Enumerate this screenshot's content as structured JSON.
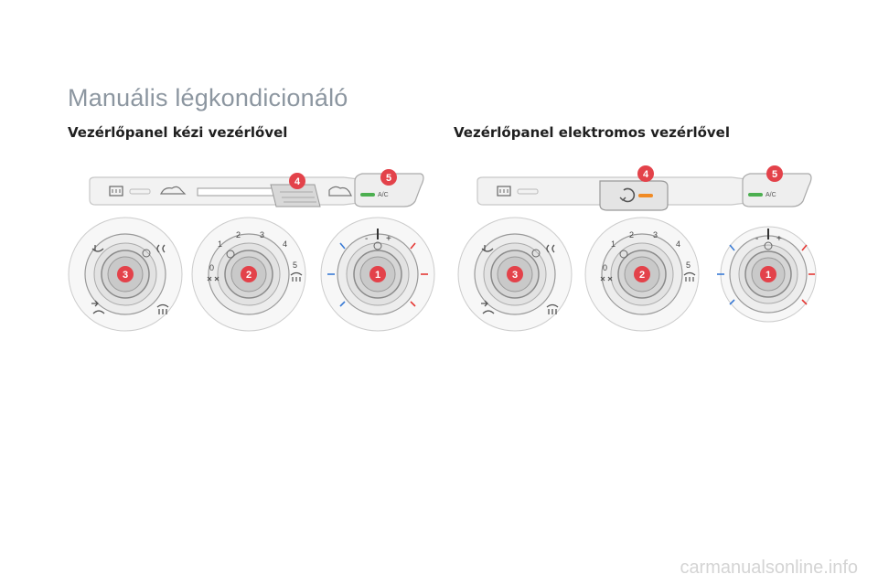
{
  "page": {
    "title": "Manuális légkondicionáló",
    "watermark": "carmanualsonline.info"
  },
  "panels": [
    {
      "title": "Vezérlőpanel kézi vezérlővel",
      "variant": "manual"
    },
    {
      "title": "Vezérlőpanel elektromos vezérlővel",
      "variant": "electric"
    }
  ],
  "controls": {
    "badges": [
      "1",
      "2",
      "3",
      "4",
      "5"
    ],
    "ac_label": "A/C",
    "fan_scale": [
      "0",
      "1",
      "2",
      "3",
      "4",
      "5"
    ],
    "temp_minus": "-",
    "temp_plus": "+"
  },
  "colors": {
    "badge": "#e3424a",
    "ac_indicator": "#4caf50",
    "recirc_indicator": "#f08a24",
    "cold": "#3a7bd5",
    "hot": "#e53935"
  },
  "icons": {
    "air_distribution": [
      "face-vent-icon",
      "foot-face-vent-icon",
      "foot-vent-icon",
      "rear-defrost-icon",
      "windscreen-defrost-icon"
    ],
    "fan": "fan-icon",
    "recirculation": "recirculation-icon"
  }
}
